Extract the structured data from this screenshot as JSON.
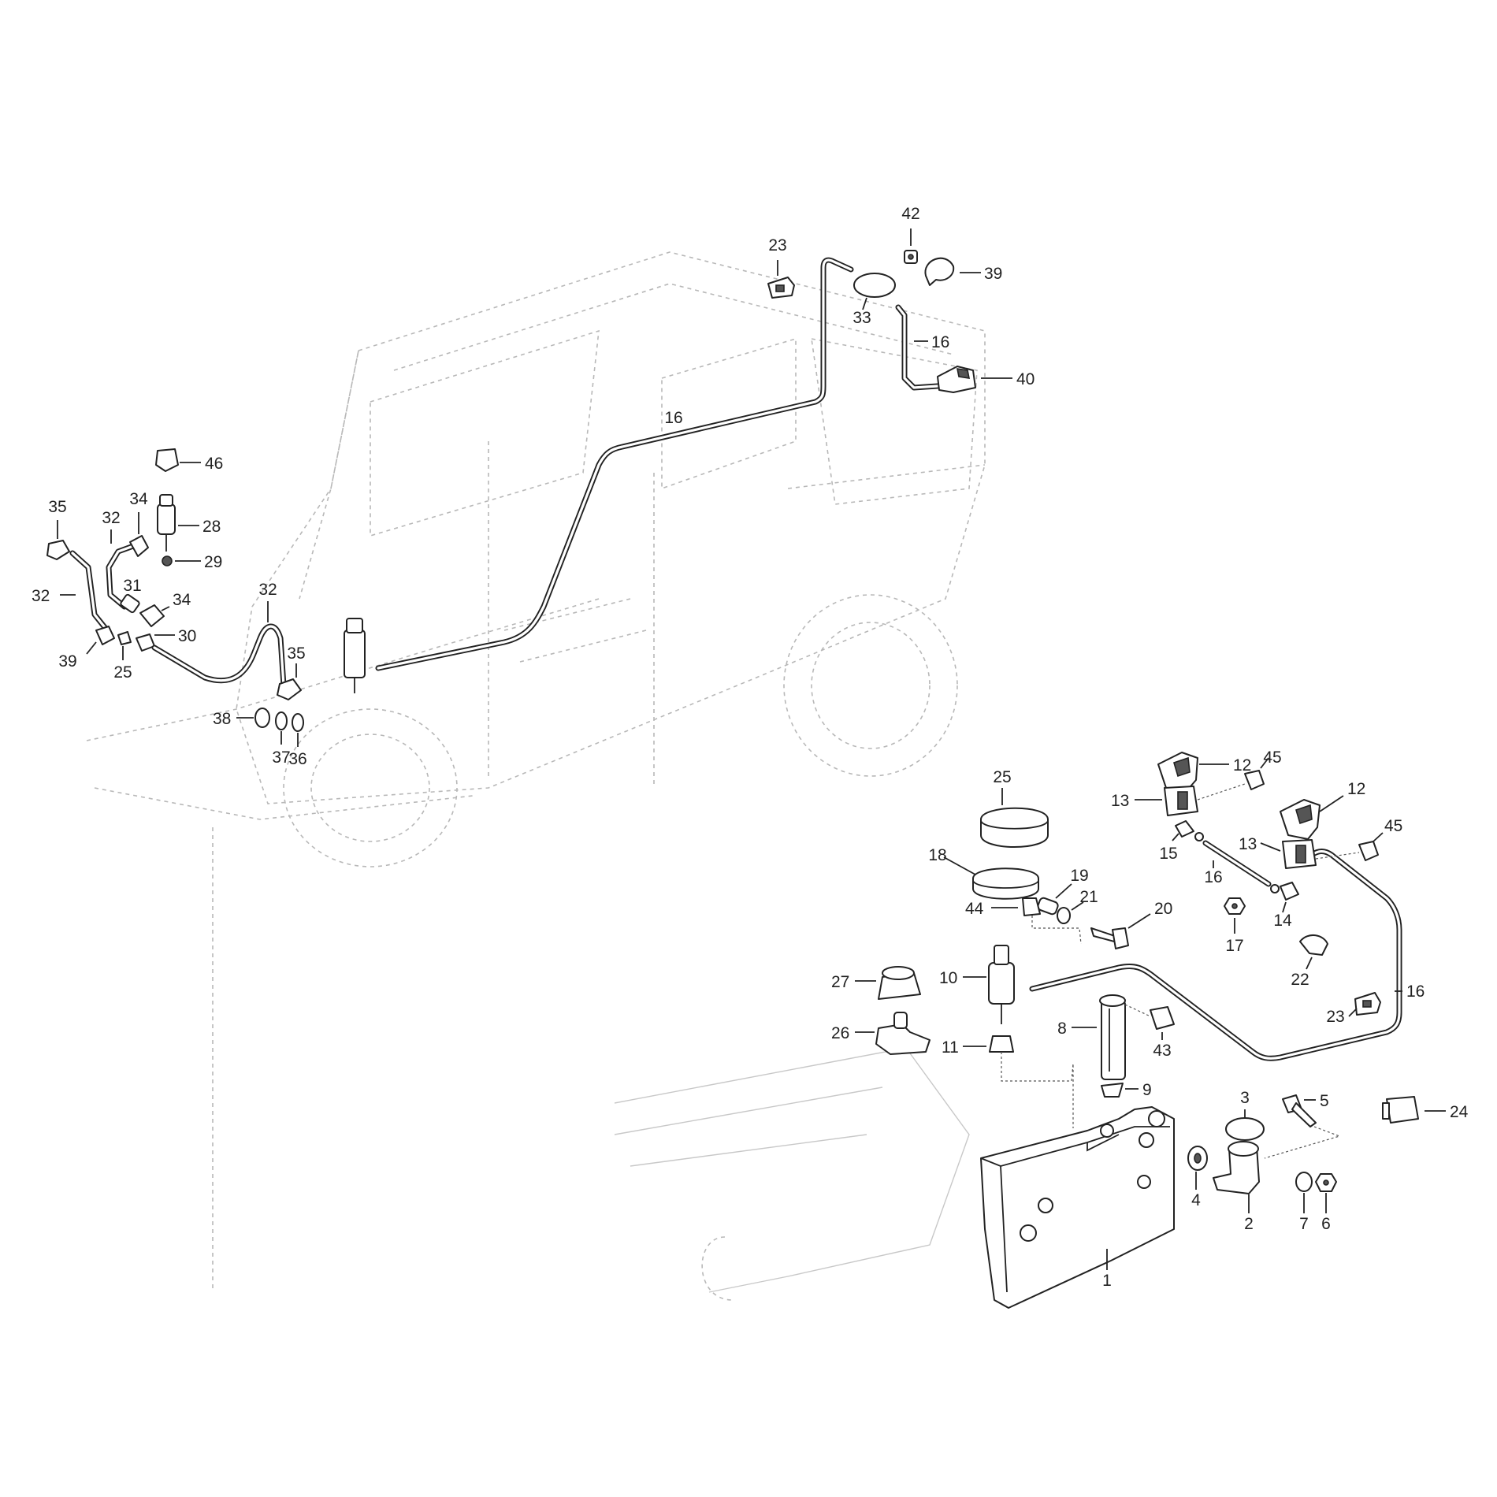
{
  "labels": {
    "l23a": "23",
    "l42": "42",
    "l39a": "39",
    "l33": "33",
    "l16a": "16",
    "l40": "40",
    "l16b": "16",
    "l46": "46",
    "l35a": "35",
    "l34a": "34",
    "l32a": "32",
    "l28": "28",
    "l29": "29",
    "l31": "31",
    "l34b": "34",
    "l32b": "32",
    "l32c": "32",
    "l30": "30",
    "l39b": "39",
    "l25a": "25",
    "l35b": "35",
    "l38": "38",
    "l37": "37",
    "l36": "36",
    "l12a": "12",
    "l45a": "45",
    "l12b": "12",
    "l13a": "13",
    "l25b": "25",
    "l13b": "13",
    "l45b": "45",
    "l15": "15",
    "l16c": "16",
    "l18": "18",
    "l19": "19",
    "l21": "21",
    "l44": "44",
    "l20": "20",
    "l14": "14",
    "l17": "17",
    "l22": "22",
    "l16d": "16",
    "l27": "27",
    "l10": "10",
    "l23b": "23",
    "l8": "8",
    "l26": "26",
    "l43": "43",
    "l11": "11",
    "l9": "9",
    "l3": "3",
    "l5": "5",
    "l24": "24",
    "l4": "4",
    "l2": "2",
    "l7": "7",
    "l6": "6",
    "l1": "1"
  }
}
